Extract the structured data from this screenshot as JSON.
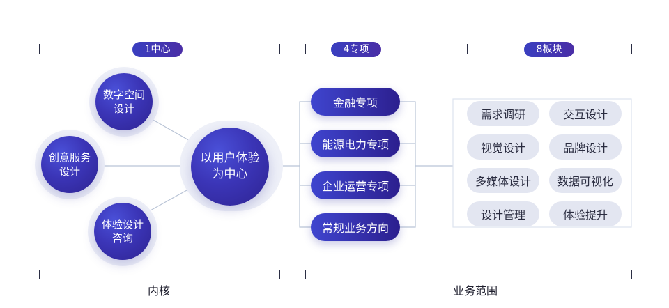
{
  "header": {
    "core_tag": "1中心",
    "special_tag": "4专项",
    "blocks_tag": "8板块"
  },
  "core": {
    "center": "以用户体验\n为中心",
    "satellites": [
      "数字空间\n设计",
      "创意服务\n设计",
      "体验设计\n咨询"
    ]
  },
  "specials": [
    "金融专项",
    "能源电力专项",
    "企业运营专项",
    "常规业务方向"
  ],
  "blocks": [
    [
      "需求调研",
      "交互设计"
    ],
    [
      "视觉设计",
      "品牌设计"
    ],
    [
      "多媒体设计",
      "数据可视化"
    ],
    [
      "设计管理",
      "体验提升"
    ]
  ],
  "footer": {
    "left": "内核",
    "right": "业务范围"
  },
  "colors": {
    "accent_dark": "#2e2391",
    "accent": "#3f45cf",
    "chip_bg": "#e3e6f1",
    "halo": "#eef0f8"
  }
}
